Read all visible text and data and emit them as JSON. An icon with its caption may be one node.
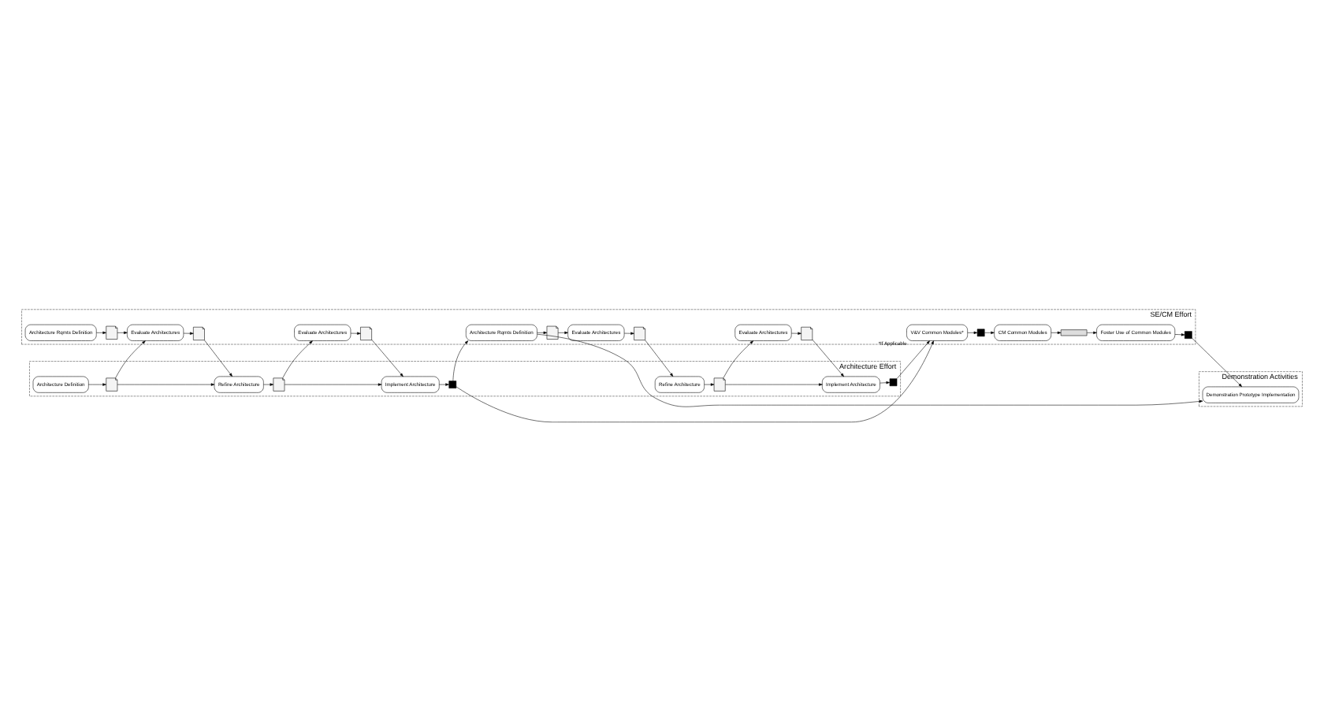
{
  "diagram": {
    "nodes": [
      {
        "text": [
          "SE/CM Effort"
        ]
      },
      {
        "text": [
          "Architecture Effort"
        ]
      },
      {
        "text": [
          "Demonstration Activities"
        ]
      },
      {
        "text": [
          "Architecture Rqmts Definition"
        ],
        "in": 0
      },
      {
        "text": [],
        "shape": "document",
        "in": 0
      },
      {
        "text": [
          "Evaluate Architectures"
        ],
        "in": 0
      },
      {
        "text": [],
        "shape": "document",
        "in": 0
      },
      {
        "text": [
          "Evaluate Architectures"
        ],
        "in": 0
      },
      {
        "text": [],
        "shape": "document",
        "in": 0
      },
      {
        "text": [],
        "shape": "document",
        "in": 1
      },
      {
        "text": [
          "Architecture Definition"
        ],
        "in": 1
      },
      {
        "text": [
          "Refine Architecture"
        ],
        "in": 1
      },
      {
        "text": [],
        "shape": "document",
        "in": 1
      },
      {
        "text": [
          "Implement Architecture"
        ],
        "in": 1
      },
      {
        "text": [],
        "shape": "box",
        "in": 1
      },
      {
        "text": [
          "Architecture Rqmts Definition"
        ],
        "in": 0
      },
      {
        "text": [],
        "shape": "document",
        "in": 0
      },
      {
        "text": [
          "Evaluate Architectures"
        ],
        "in": 0
      },
      {
        "text": [],
        "shape": "document",
        "in": 0
      },
      {
        "text": [
          "Evaluate Architectures"
        ],
        "in": 0
      },
      {
        "text": [],
        "shape": "document",
        "in": 0
      },
      {
        "text": [
          "V&V Common Modules*"
        ],
        "beside": [
          "*If Applicable"
        ],
        "in": 0
      },
      {
        "text": [],
        "shape": "box",
        "in": 0
      },
      {
        "text": [
          "CM Common Modules"
        ],
        "in": 0
      },
      {
        "text": [],
        "shape": "bar",
        "in": 0
      },
      {
        "text": [
          "Foster Use of Common Modules"
        ],
        "in": 0
      },
      {
        "text": [],
        "shape": "box",
        "in": 0
      },
      {
        "text": [],
        "shape": "document",
        "in": 1
      },
      {
        "text": [
          "Refine Architecture"
        ],
        "in": 1
      },
      {
        "text": [
          "Implement Architecture"
        ],
        "in": 1
      },
      {
        "text": [],
        "shape": "box",
        "in": 1
      },
      {
        "text": [
          "Demonstration Prototype Implementation"
        ],
        "in": 2
      }
    ],
    "edges": [
      {
        "from": 3,
        "to": 4,
        "arrow": "to"
      },
      {
        "from": 4,
        "to": 5,
        "arrow": "to"
      },
      {
        "from": 9,
        "to": 5,
        "arrow": "to"
      },
      {
        "from": 5,
        "to": 6,
        "arrow": "to"
      },
      {
        "from": 6,
        "to": 11,
        "arrow": "to"
      },
      {
        "from": 10,
        "to": 9,
        "arrow": "to"
      },
      {
        "from": 9,
        "to": 11,
        "arrow": "to"
      },
      {
        "from": 11,
        "to": 12,
        "arrow": "to"
      },
      {
        "from": 12,
        "to": 7,
        "arrow": "to"
      },
      {
        "from": 7,
        "to": 8,
        "arrow": "to"
      },
      {
        "from": 8,
        "to": 13,
        "arrow": "to"
      },
      {
        "from": 12,
        "to": 13,
        "arrow": "to"
      },
      {
        "from": 13,
        "to": 14,
        "arrow": "to"
      },
      {
        "from": 14,
        "to": 15,
        "arrow": "to"
      },
      {
        "from": 14,
        "to": 21,
        "arrow": "to"
      },
      {
        "from": 15,
        "to": 31,
        "arrow": "to"
      },
      {
        "from": 15,
        "to": 16,
        "arrow": "to"
      },
      {
        "from": 16,
        "to": 17,
        "arrow": "to"
      },
      {
        "from": 17,
        "to": 18,
        "arrow": "to"
      },
      {
        "from": 18,
        "to": 28,
        "arrow": "to"
      },
      {
        "from": 28,
        "to": 27,
        "arrow": "to"
      },
      {
        "from": 27,
        "to": 19,
        "arrow": "to"
      },
      {
        "from": 19,
        "to": 20,
        "arrow": "to"
      },
      {
        "from": 20,
        "to": 29,
        "arrow": "to"
      },
      {
        "from": 27,
        "to": 29,
        "arrow": "to"
      },
      {
        "from": 29,
        "to": 30,
        "arrow": "to"
      },
      {
        "from": 30,
        "to": 21,
        "arrow": "to"
      },
      {
        "from": 21,
        "to": 22,
        "arrow": "to"
      },
      {
        "from": 22,
        "to": 23,
        "arrow": "to"
      },
      {
        "from": 23,
        "to": 24,
        "arrow": "to"
      },
      {
        "from": 24,
        "to": 25,
        "arrow": "to"
      },
      {
        "from": 25,
        "to": 26,
        "arrow": "to"
      },
      {
        "from": 26,
        "to": 31,
        "arrow": "to"
      }
    ]
  }
}
